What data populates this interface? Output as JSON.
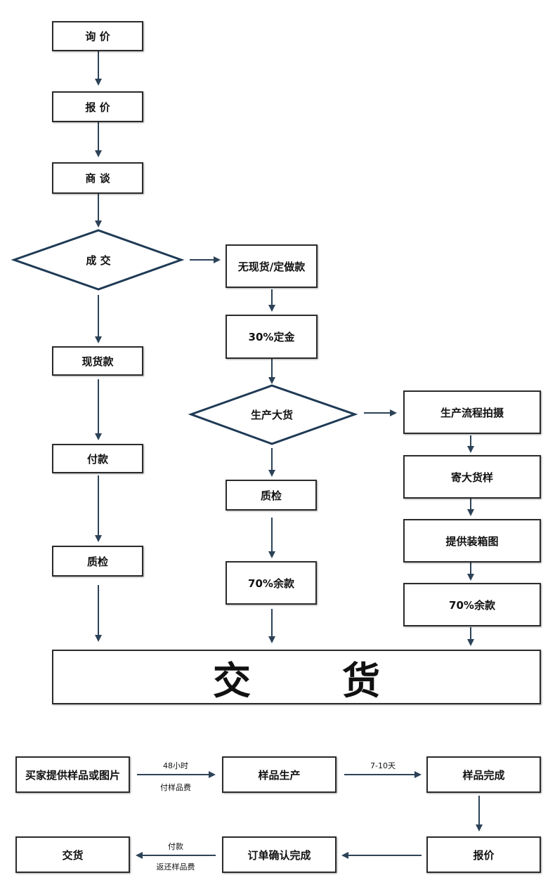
{
  "flow": {
    "inquiry": "询 价",
    "quote": "报 价",
    "negotiate": "商 谈",
    "deal": "成 交",
    "no_stock": "无现货/定做款",
    "deposit": "30%定金",
    "mass_production": "生产大货",
    "photo_process": "生产流程拍摄",
    "send_sample": "寄大货样",
    "packing_chart": "提供装箱图",
    "balance_right": "70%余款",
    "stock_payment": "现货款",
    "pay": "付款",
    "qc_left": "质检",
    "qc_mid": "质检",
    "balance_mid": "70%余款",
    "delivery_left": "交",
    "delivery_right": "货"
  },
  "sample_flow": {
    "buyer_provide": "买家提供样品或图片",
    "sample_production": "样品生产",
    "sample_done": "样品完成",
    "quote": "报价",
    "order_confirm": "订单确认完成",
    "delivery": "交货",
    "label_48h": "48小时",
    "label_pay_fee": "付样品费",
    "label_7_10": "7-10天",
    "label_pay": "付款",
    "label_refund": "返还样品费"
  }
}
